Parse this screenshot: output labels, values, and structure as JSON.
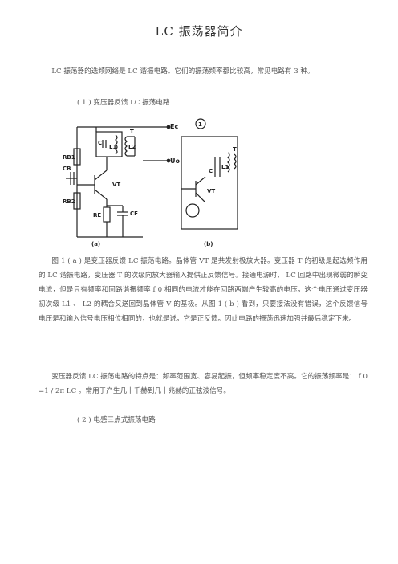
{
  "doc": {
    "title": "LC 振荡器简介",
    "intro": "LC 振荡器的选频网络是 LC 谐振电路。它们的振荡频率都比较高，常见电路有 3 种。",
    "section1": "( 1 ) 变压器反馈 LC 振荡电路",
    "para1": "图 1 ( a ) 是变压器反馈 LC 振荡电路。晶体管 VT 是共发射极放大器。变压器 T 的初级是起选频作用的 LC 谐振电路，变压器 T 的次级向放大器输入提供正反馈信号。接通电源时， LC 回路中出现微弱的瞬变电流，但是只有频率和回路谐振频率 f 0 相同的电流才能在回路两端产生较高的电压，这个电压通过变压器初次级 L1 、 L2 的耦合又送回到晶体管 V 的基极。从图 1 ( b ) 看到，只要接法没有错误，这个反馈信号电压是和输入信号电压相位相同的，也就是说，它是正反馈。因此电路的振荡迅速加强并最后稳定下来。",
    "para2": "变压器反馈 LC 振荡电路的特点是：频率范围宽、容易起振，但频率稳定度不高。它的振荡频率是： f 0 =1 / 2π LC 。常用于产生几十千赫到几十兆赫的正弦波信号。",
    "section2": "( 2 ) 电感三点式振荡电路"
  },
  "figure": {
    "labels": {
      "ec": "Ec",
      "uo": "Uo",
      "rb1": "RB1",
      "rb2": "RB2",
      "cb": "CB",
      "c": "C",
      "l1": "L1",
      "l2": "L2",
      "t": "T",
      "vt": "VT",
      "re": "RE",
      "ce": "CE",
      "a": "(a)",
      "b": "(b)",
      "circle1": "1"
    }
  }
}
